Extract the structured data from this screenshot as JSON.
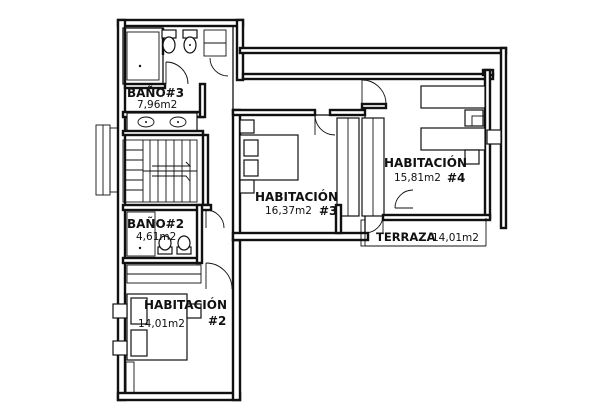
{
  "rooms": {
    "bano3": {
      "name": "BAÑO#3",
      "area": "7,96m2"
    },
    "bano2": {
      "name": "BAÑO#2",
      "area": "4,61m2"
    },
    "hab2": {
      "name": "HABITACIÓN",
      "number": "#2",
      "area": "14,01m2"
    },
    "hab3": {
      "name": "HABITACIÓN",
      "number": "#3",
      "area": "16,37m2"
    },
    "hab4": {
      "name": "HABITACIÓN",
      "number": "#4",
      "area": "15,81m2"
    },
    "terraza": {
      "name": "TERRAZA",
      "area": "14,01m2"
    }
  }
}
